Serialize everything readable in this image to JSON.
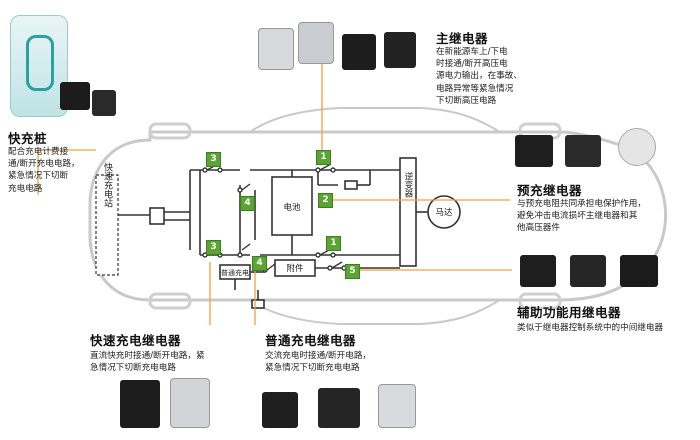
{
  "top_right": {
    "title": "主继电器",
    "lines": [
      "在新能源车上/下电",
      "时接通/断开高压电",
      "源电力输出，在事故、",
      "电路异常等紧急情况",
      "下切断高压电路"
    ]
  },
  "left": {
    "title": "快充桩",
    "lines": [
      "配合充电计费接",
      "通/断开充电电路，",
      "紧急情况下切断",
      "充电电路"
    ]
  },
  "precharge": {
    "title": "预充继电器",
    "lines": [
      "与预充电阻共同承担电保护作用，",
      "避免冲击电流损坏主继电器和其",
      "他高压器件"
    ]
  },
  "auxiliary": {
    "title": "辅助功能用继电器",
    "lines": [
      "类似于继电器控制系统中的中间继电器"
    ]
  },
  "fast_charge_relay": {
    "title": "快速充电继电器",
    "lines": [
      "直流快充时接通/断开电路，紧",
      "急情况下切断充电电路"
    ]
  },
  "normal_charge_relay": {
    "title": "普通充电继电器",
    "lines": [
      "交流充电时接通/断开电路，",
      "紧急情况下切断充电电路"
    ]
  },
  "diagram": {
    "station_label": "快速充电站",
    "battery_label": "电池",
    "inverter_label": "逆变器",
    "motor_label": "马达",
    "accessory_label": "附件",
    "normal_charger_label": "普通充电",
    "badges": [
      "1",
      "1",
      "2",
      "3",
      "3",
      "4",
      "4",
      "5"
    ]
  },
  "colors": {
    "badge_green": "#5aa532",
    "leader_orange": "#f0a040",
    "car_outline": "#c8c8c8",
    "circuit": "#333333"
  }
}
